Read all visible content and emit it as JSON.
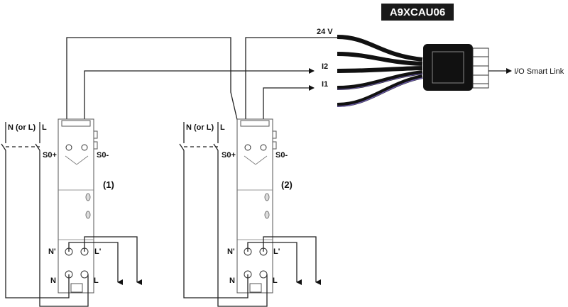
{
  "title": "A9XCAU06",
  "cable_labels": {
    "v24": "24 V",
    "i2": "I2",
    "i1": "I1",
    "io_link": "I/O Smart Link"
  },
  "devices": [
    {
      "number": "(1)",
      "supply_n": "N (or L)",
      "supply_l": "L",
      "so_plus": "S0+",
      "so_minus": "S0-",
      "n_out": "N'",
      "l_out": "L'",
      "n_in": "N",
      "l_in": "L"
    },
    {
      "number": "(2)",
      "supply_n": "N (or L)",
      "supply_l": "L",
      "so_plus": "S0+",
      "so_minus": "S0-",
      "n_out": "N'",
      "l_out": "L'",
      "n_in": "N",
      "l_in": "L"
    }
  ],
  "colors": {
    "wire": "#222222",
    "title_bg": "#1a1a1a",
    "cable": "#111111",
    "cable_accent": "#6a5aa8"
  }
}
